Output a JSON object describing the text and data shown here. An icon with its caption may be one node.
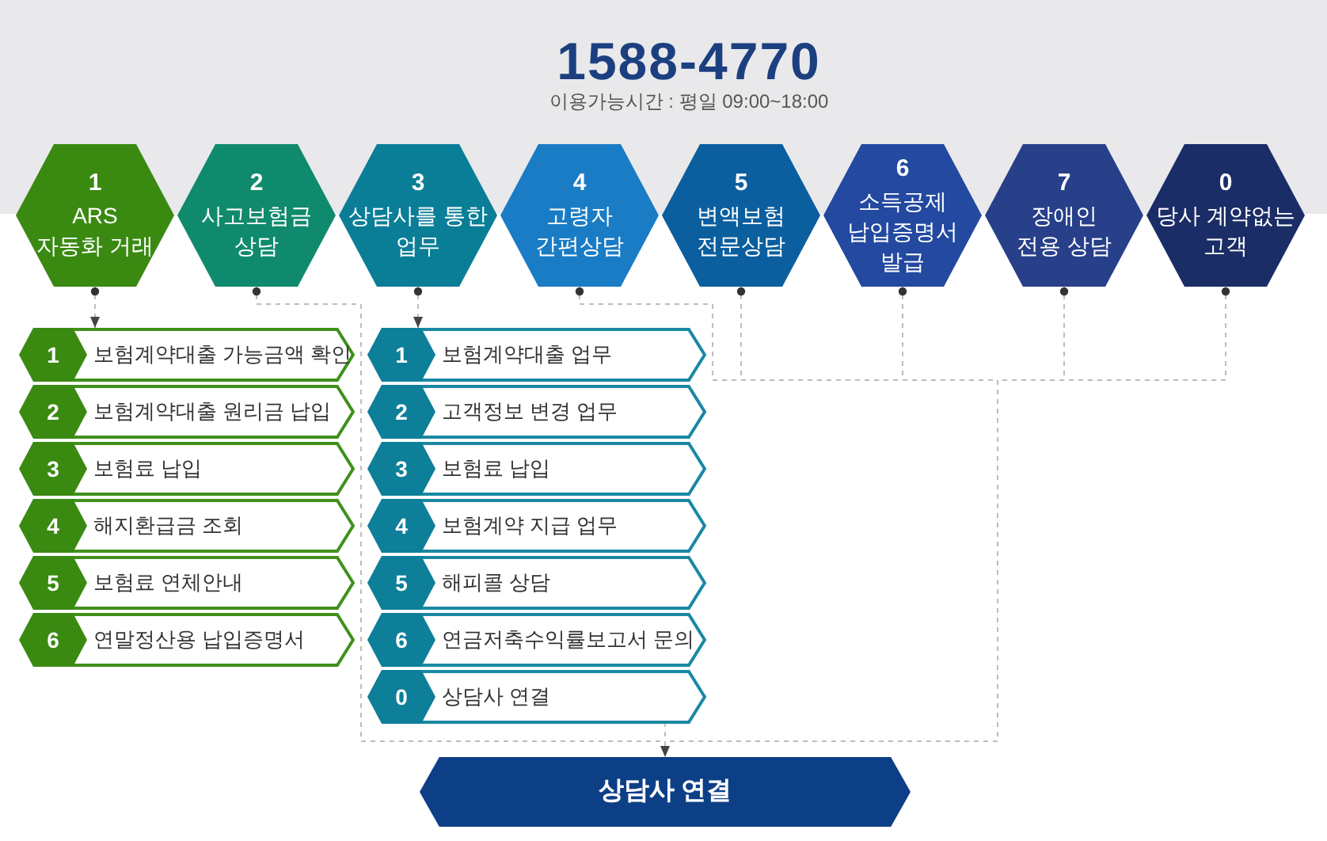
{
  "diagram": {
    "title": "1588-4770",
    "nodes": [
      {
        "text": [
          "1",
          "ARS 자동화 거래"
        ]
      },
      {
        "text": [
          "2",
          "사고보험금 상담"
        ]
      },
      {
        "text": [
          "3",
          "상담사를 통한 업무"
        ]
      },
      {
        "text": [
          "4",
          "고령자 간편상담"
        ]
      },
      {
        "text": [
          "5",
          "변액보험 전문상담"
        ]
      },
      {
        "text": [
          "6",
          "소득공제 납입증명서 발급"
        ]
      },
      {
        "text": [
          "7",
          "장애인 전용 상담"
        ]
      },
      {
        "text": [
          "0",
          "당사 계약없는 고객"
        ]
      },
      {
        "text": [
          "1",
          "보험계약대출 가능금액 확인"
        ]
      },
      {
        "text": [
          "2",
          "보험계약대출 원리금 납입"
        ]
      },
      {
        "text": [
          "3",
          "보험료 납입"
        ]
      },
      {
        "text": [
          "4",
          "해지환급금 조회"
        ]
      },
      {
        "text": [
          "5",
          "보험료 연체안내"
        ]
      },
      {
        "text": [
          "6",
          "연말정산용 납입증명서"
        ]
      },
      {
        "text": [
          "1",
          "보험계약대출 업무"
        ]
      },
      {
        "text": [
          "2",
          "고객정보 변경 업무"
        ]
      },
      {
        "text": [
          "3",
          "보험료 납입"
        ]
      },
      {
        "text": [
          "4",
          "보험계약 지급 업무"
        ]
      },
      {
        "text": [
          "5",
          "해피콜 상담"
        ]
      },
      {
        "text": [
          "6",
          "연금저축수익률보고서 문의"
        ]
      },
      {
        "text": [
          "0",
          "상담사 연결"
        ]
      },
      {
        "text": [
          "상담사 연결"
        ]
      }
    ],
    "edges": [
      {
        "from": 0,
        "to": 8,
        "arrow": "to",
        "style": "dashed"
      },
      {
        "from": 2,
        "to": 14,
        "arrow": "to",
        "style": "dashed"
      },
      {
        "from": 1,
        "to": 21,
        "arrow": "to",
        "style": "dashed"
      },
      {
        "from": 3,
        "to": 21,
        "arrow": "to",
        "style": "dashed"
      },
      {
        "from": 4,
        "to": 21,
        "arrow": "to",
        "style": "dashed"
      },
      {
        "from": 5,
        "to": 21,
        "arrow": "to",
        "style": "dashed"
      },
      {
        "from": 6,
        "to": 21,
        "arrow": "to",
        "style": "dashed"
      },
      {
        "from": 7,
        "to": 21,
        "arrow": "to",
        "style": "dashed"
      },
      {
        "from": 20,
        "to": 21,
        "arrow": "to",
        "style": "dashed"
      }
    ],
    "labels": [
      "이용가능시간 : 평일 09:00~18:00"
    ]
  }
}
